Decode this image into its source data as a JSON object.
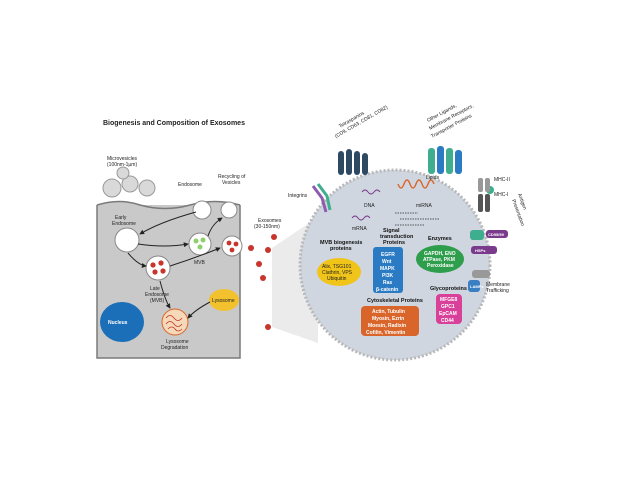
{
  "title": "Biogenesis and Composition of Exosomes",
  "cell": {
    "microvesicles": [
      "Microvesicles",
      "(100nm-1µm)"
    ],
    "endosome": "Endosome",
    "recycling_vesicle": [
      "Recycling of",
      "Vesicles"
    ],
    "early_endosome": [
      "Early",
      "Endosome"
    ],
    "mvb_small": "MVB",
    "late_endosome": [
      "Late",
      "Endosome",
      "(MVB)"
    ],
    "nucleus": "Nucleus",
    "lysosome": "Lysosome",
    "lysosome_degradation": [
      "Lysosome",
      "Degradation"
    ]
  },
  "exosomes_label": [
    "Exosomes",
    "(30-150nm)"
  ],
  "exosome": {
    "tetraspanins": [
      "Tetraspanins",
      "(CD9, CD63, CD81, CD82)"
    ],
    "membrane_receptors": [
      "Other Ligands,",
      "Membrane Receptors,",
      "Transporter Proteins"
    ],
    "integrins": "Integrins",
    "mhc_i": "MHC-I",
    "mhc_ii": "MHC-II",
    "antigen_presentation": [
      "Antigen",
      "Presentation"
    ],
    "mrna": "mRNA",
    "mirna": "miRNA",
    "dna": "DNA",
    "lipids": "Lipids",
    "cd55": "CD55/59",
    "cd_hsp": "HSPs",
    "lamp": "LAMPs",
    "membrane_trafficking": [
      "Membrane",
      "Trafficking"
    ],
    "mvb_proteins_title": [
      "MVB biogenesis",
      "proteins"
    ],
    "mvb_proteins_items": [
      "Alix, TSG101",
      "Clathrin, VPS",
      "Ubiquitin"
    ],
    "signal_title": [
      "Signal",
      "transduction",
      "Proteins"
    ],
    "signal_items": [
      "EGFR",
      "Wnt",
      "MAPK",
      "PI3K",
      "Ras",
      "β-catenin"
    ],
    "enzymes_title": "Enzymes",
    "enzymes_items": [
      "GAPDH, ENO",
      "ATPase, PKM",
      "Peroxidase"
    ],
    "cytoskeletal_title": "Cytoskeletal Proteins",
    "cytoskeletal_items": [
      "Actin, Tubulin",
      "Myosin, Ezrin",
      "Moesin, Radixin",
      "Cofilin, Vimentin"
    ],
    "glycoproteins_title": "Glycoproteins",
    "glycoproteins_items": [
      "MFGE8",
      "GPC1",
      "EpCAM",
      "CD44"
    ]
  },
  "colors": {
    "cell_fill": "#c9c9c9",
    "cell_border": "#7a7a7a",
    "nucleus": "#1b6fb8",
    "lysosome": "#f2c12e",
    "vesicle_red": "#c7352b",
    "exosome_fill": "#cfd6e0",
    "tetraspanin": "#2e4a63",
    "receptor": "#3fae8e",
    "enzyme_green": "#2e9e4c",
    "signal_blue": "#2a7bc4",
    "mvb_yellow": "#f0c419",
    "cytoskeletal_orange": "#d9652b",
    "glyco_pink": "#d8409a",
    "mhc_purple": "#7a3b8c",
    "lamp_blue": "#3a7fc2"
  }
}
